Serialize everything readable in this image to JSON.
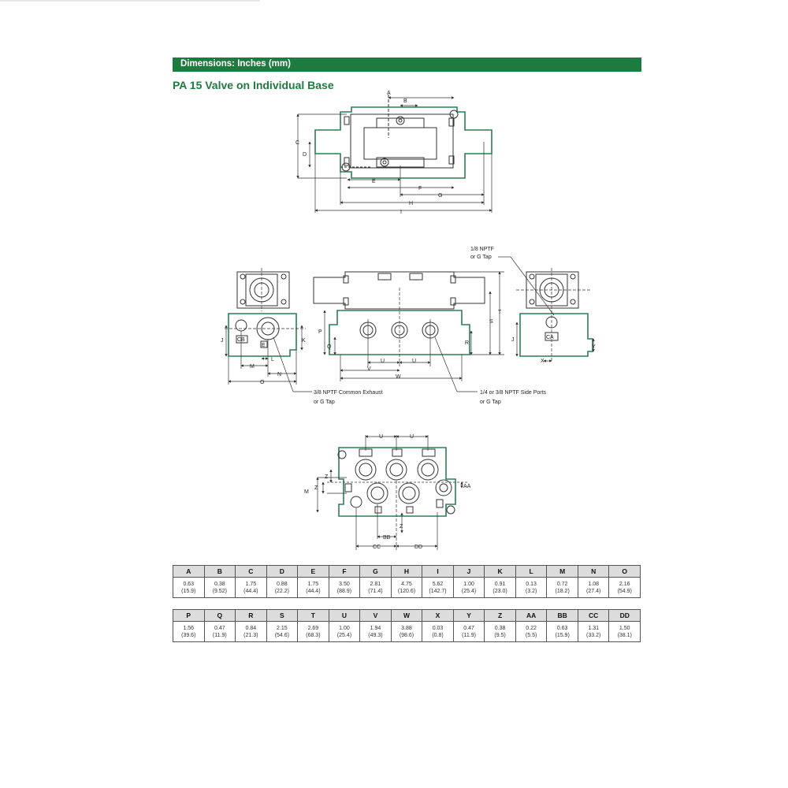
{
  "header": {
    "title": "Dimensions: Inches (mm)"
  },
  "subtitle": "PA 15 Valve on Individual Base",
  "colors": {
    "brand_green": "#1e7a3f",
    "outline_green": "#2e7d55",
    "table_header": "#dcdcdc"
  },
  "labels": {
    "A": "A",
    "B": "B",
    "C": "C",
    "D": "D",
    "E": "E",
    "F": "F",
    "G": "G",
    "H": "H",
    "I": "I",
    "J": "J",
    "K": "K",
    "L": "L",
    "M": "M",
    "N": "N",
    "O": "O",
    "P": "P",
    "Q": "Q",
    "R": "R",
    "S": "S",
    "T": "T",
    "U": "U",
    "V": "V",
    "W": "W",
    "X": "X",
    "Y": "Y",
    "Z": "Z",
    "AA": "AA",
    "BB": "BB",
    "CC": "CC",
    "DD": "DD",
    "CB": "CB",
    "CA": "CA",
    "port_E": "E"
  },
  "callouts": {
    "pilot_line1": "1/8 NPTF",
    "pilot_line2": "or G Tap",
    "exhaust_line1": "3/8 NPTF Common Exhaust",
    "exhaust_line2": "or G Tap",
    "side_line1": "1/4 or 3/8 NPTF Side Ports",
    "side_line2": "or G Tap"
  },
  "table1": {
    "headers": [
      "A",
      "B",
      "C",
      "D",
      "E",
      "F",
      "G",
      "H",
      "I",
      "J",
      "K",
      "L",
      "M",
      "N",
      "O"
    ],
    "inches": [
      "0.63",
      "0.38",
      "1.75",
      "0.88",
      "1.75",
      "3.50",
      "2.81",
      "4.75",
      "5.62",
      "1.00",
      "0.91",
      "0.13",
      "0.72",
      "1.08",
      "2.16"
    ],
    "mm": [
      "(15.9)",
      "(9.52)",
      "(44.4)",
      "(22.2)",
      "(44.4)",
      "(88.9)",
      "(71.4)",
      "(120.6)",
      "(142.7)",
      "(25.4)",
      "(23.0)",
      "(3.2)",
      "(18.2)",
      "(27.4)",
      "(54.9)"
    ]
  },
  "table2": {
    "headers": [
      "P",
      "Q",
      "R",
      "S",
      "T",
      "U",
      "V",
      "W",
      "X",
      "Y",
      "Z",
      "AA",
      "BB",
      "CC",
      "DD"
    ],
    "inches": [
      "1.56",
      "0.47",
      "0.84",
      "2.15",
      "2.69",
      "1.00",
      "1.94",
      "3.88",
      "0.03",
      "0.47",
      "0.38",
      "0.22",
      "0.63",
      "1.31",
      "1.50"
    ],
    "mm": [
      "(39.6)",
      "(11.9)",
      "(21.3)",
      "(54.6)",
      "(68.3)",
      "(25.4)",
      "(49.3)",
      "(98.6)",
      "(0.8)",
      "(11.9)",
      "(9.5)",
      "(5.5)",
      "(15.9)",
      "(33.2)",
      "(38.1)"
    ]
  }
}
